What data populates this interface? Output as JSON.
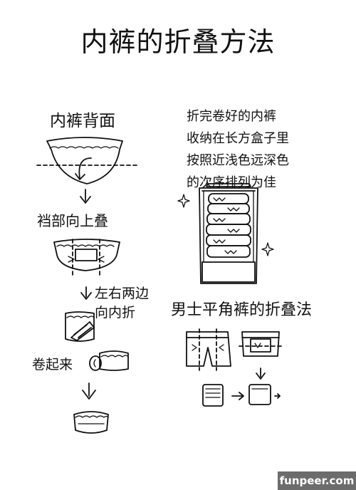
{
  "title": "内裤的折叠方法",
  "left_steps": {
    "back_label": "内裤背面",
    "step1": "裆部向上叠",
    "step2_line1": "左右两边",
    "step2_line2": "向内折",
    "step3": "卷起来"
  },
  "storage_note": {
    "lines": [
      "折完卷好的内裤",
      "收纳在长方盒子里",
      "按照近浅色远深色",
      "的次序排列为佳"
    ]
  },
  "boxer_title": "男士平角裤的折叠法",
  "watermark": "funpeer.com"
}
